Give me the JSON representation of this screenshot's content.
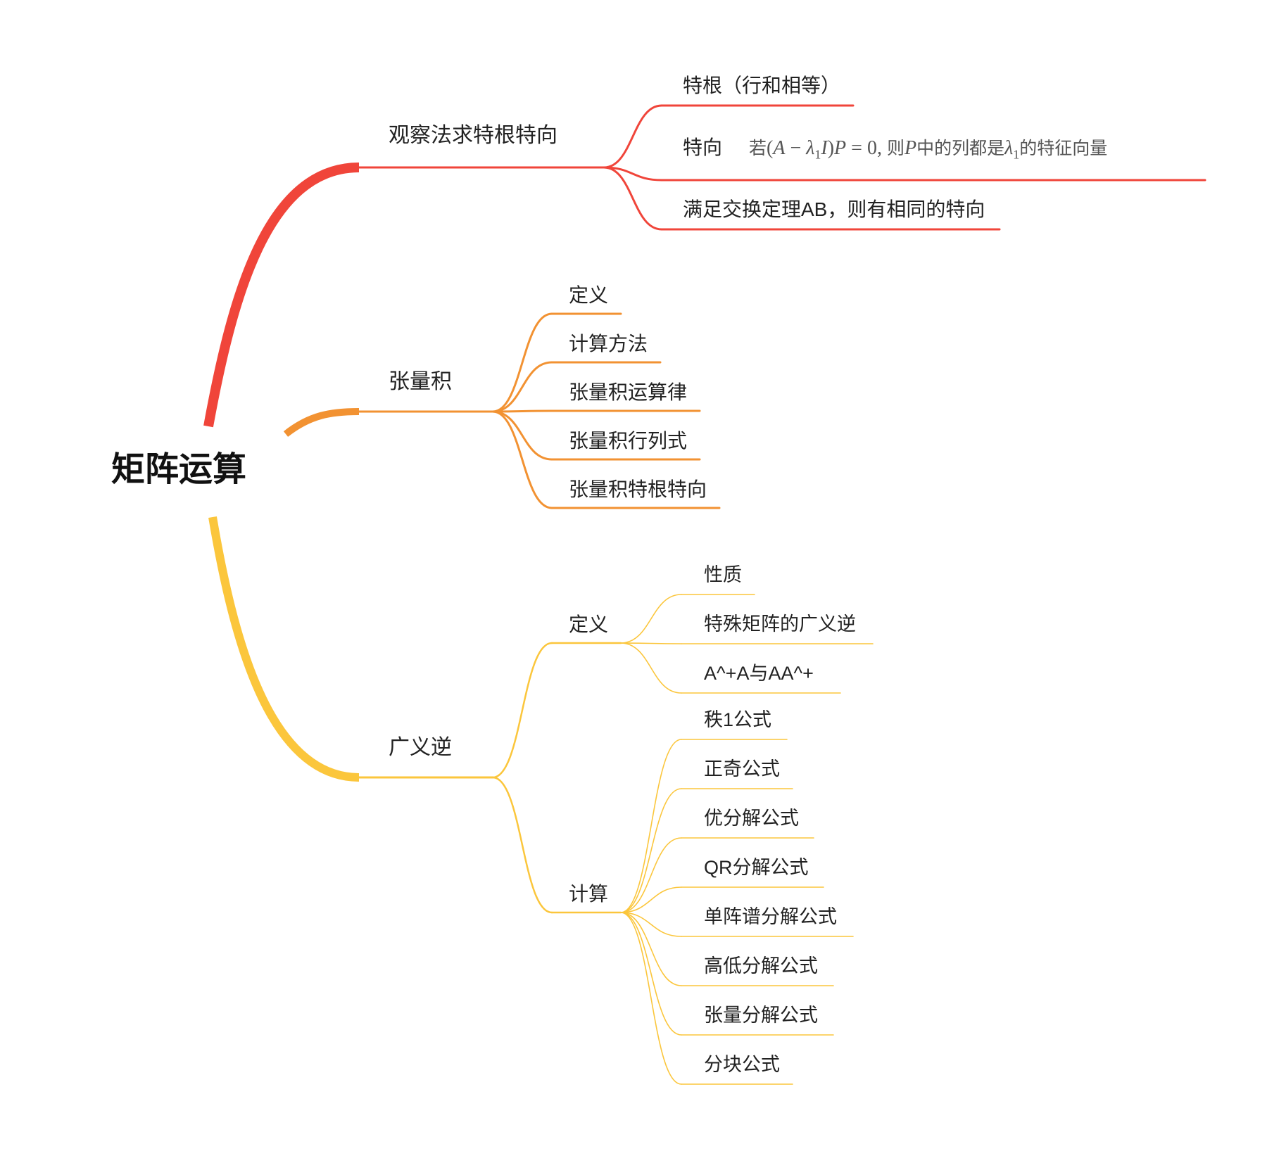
{
  "root": {
    "label": "矩阵运算"
  },
  "colors": {
    "red": "#f0453a",
    "orange": "#f29232",
    "yellow": "#fbc63c"
  },
  "branches": [
    {
      "label": "观察法求特根特向",
      "children": [
        {
          "label": "特根（行和相等）"
        },
        {
          "label": "特向"
        },
        {
          "label": "满足交换定理AB，则有相同的特向"
        }
      ]
    },
    {
      "label": "张量积",
      "children": [
        {
          "label": "定义"
        },
        {
          "label": "计算方法"
        },
        {
          "label": "张量积运算律"
        },
        {
          "label": "张量积行列式"
        },
        {
          "label": "张量积特根特向"
        }
      ]
    },
    {
      "label": "广义逆",
      "children": [
        {
          "label": "定义",
          "children": [
            {
              "label": "性质"
            },
            {
              "label": "特殊矩阵的广义逆"
            },
            {
              "label": "A^+A与AA^+"
            }
          ]
        },
        {
          "label": "计算",
          "children": [
            {
              "label": "秩1公式"
            },
            {
              "label": "正奇公式"
            },
            {
              "label": "优分解公式"
            },
            {
              "label": "QR分解公式"
            },
            {
              "label": "单阵谱分解公式"
            },
            {
              "label": "高低分解公式"
            },
            {
              "label": "张量分解公式"
            },
            {
              "label": "分块公式"
            }
          ]
        }
      ]
    }
  ],
  "formula": {
    "ruo": "若",
    "lp": "(",
    "A": "A",
    "minus": " − ",
    "lambda": "λ",
    "one": "1",
    "I": "I",
    "rp": ")",
    "P": "P",
    "eq": " = 0, ",
    "ze": "则",
    "P2": "P",
    "mid": "中的列都是",
    "lambda2": "λ",
    "one2": "1",
    "tail": "的特征向量"
  }
}
